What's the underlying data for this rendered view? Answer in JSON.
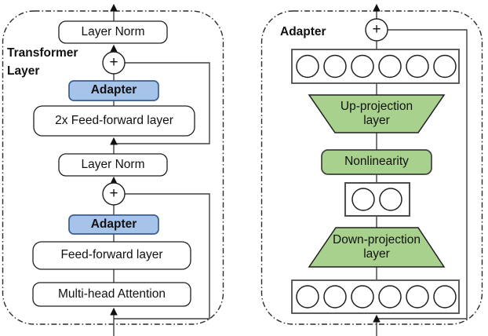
{
  "figure": {
    "left_panel": {
      "title": "Transformer\nLayer",
      "layer_norm_top": "Layer Norm",
      "adapter_upper": "Adapter",
      "feed_forward_2x": "2x Feed-forward layer",
      "layer_norm_mid": "Layer Norm",
      "adapter_lower": "Adapter",
      "feed_forward": "Feed-forward layer",
      "multi_head_attention": "Multi-head Attention",
      "plus": "+"
    },
    "right_panel": {
      "title": "Adapter",
      "up_projection": "Up-projection\nlayer",
      "nonlinearity": "Nonlinearity",
      "down_projection": "Down-projection\nlayer",
      "plus": "+",
      "feature_units": {
        "top_row": 6,
        "bottleneck": 2,
        "bottom_row": 6
      }
    },
    "colors": {
      "adapter_blue_fill": "#a6c3e9",
      "adapter_blue_border": "#3b5c8f",
      "projection_green_fill": "#a9d18e",
      "line_color": "#3f3f3f"
    }
  }
}
